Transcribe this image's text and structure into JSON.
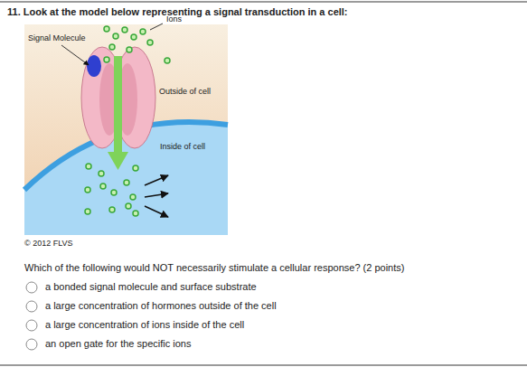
{
  "diagram": {
    "title": "11. Look at the model below representing a signal transduction in a cell:",
    "labels": [
      "Ions",
      "Signal Molecule",
      "Outside of cell",
      "Inside of cell",
      "© 2012 FLVS",
      "Which of the following would NOT necessarily stimulate a cellular response? (2 points)",
      "a bonded signal molecule and surface substrate",
      "a large concentration of hormones outside of the cell",
      "a large concentration of ions inside of the cell",
      "an open gate for the specific ions"
    ]
  }
}
